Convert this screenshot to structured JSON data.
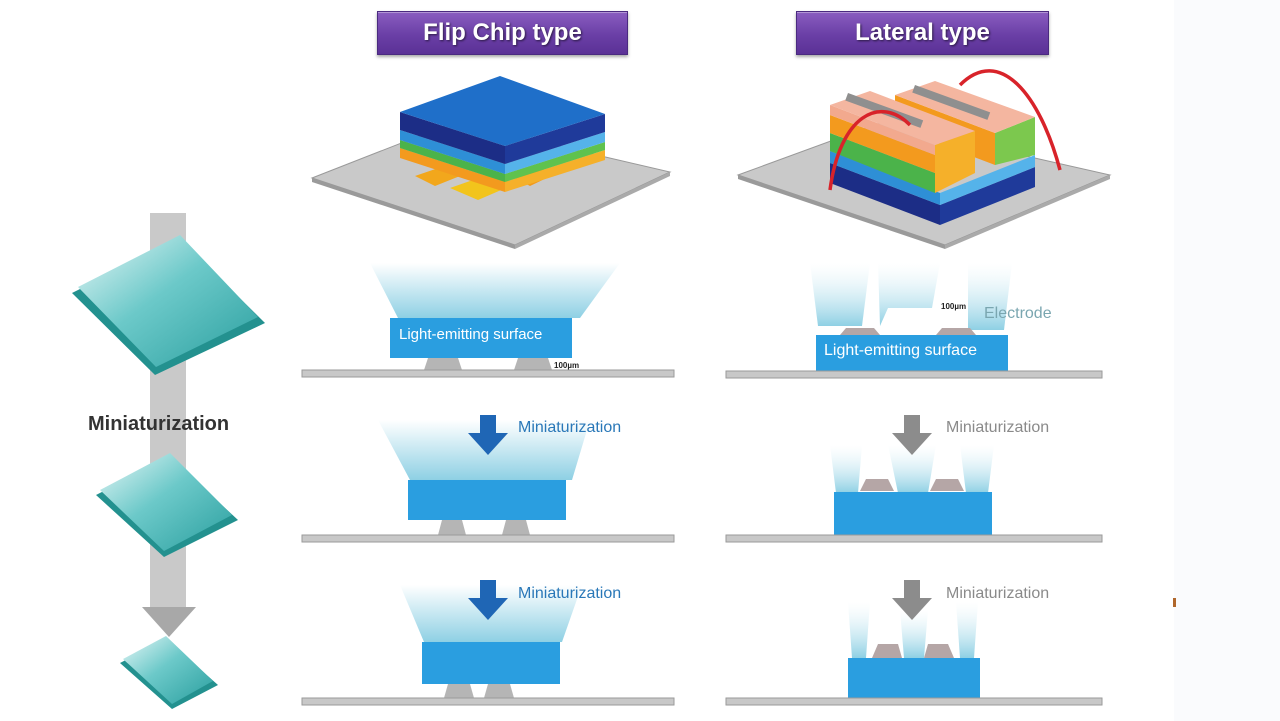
{
  "diagram": {
    "columns": [
      {
        "title": "Flip Chip type",
        "stages": [
          {
            "label": "Light-emitting surface",
            "dimension": "100µm"
          },
          {
            "label": "Miniaturization",
            "arrow_color": "#1f66b5"
          },
          {
            "label": "Miniaturization",
            "arrow_color": "#1f66b5"
          }
        ]
      },
      {
        "title": "Lateral type",
        "stages": [
          {
            "label": "Light-emitting surface",
            "dimension": "100µm",
            "callout": "Electrode"
          },
          {
            "label": "Miniaturization",
            "arrow_color": "#8c8c8c"
          },
          {
            "label": "Miniaturization",
            "arrow_color": "#8c8c8c"
          }
        ]
      }
    ],
    "side_label": "Miniaturization",
    "colors": {
      "title_purple": "#6a3fa6",
      "chip_blue": "#2a9ee0",
      "light_cyan": "#aee0ec",
      "substrate_gray": "#c8c8c8",
      "bump_gray": "#b5b5b5",
      "package_teal": "#3bb3b3",
      "wire_red": "#d8232a"
    }
  }
}
